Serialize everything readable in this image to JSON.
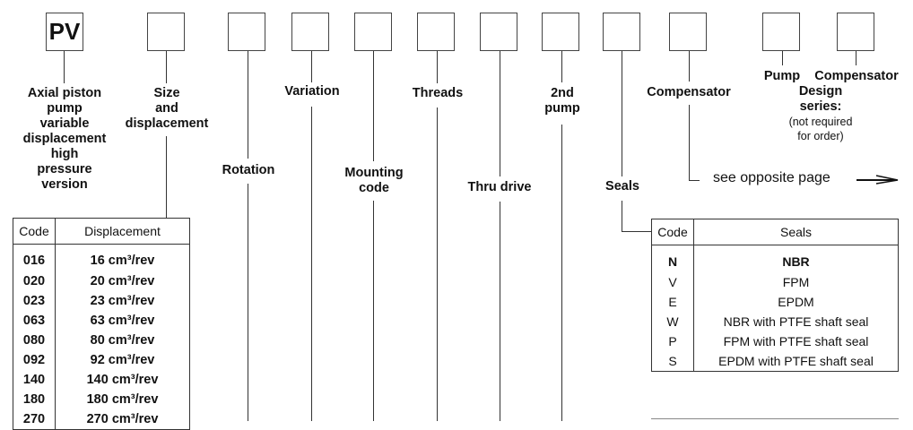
{
  "title_code": "PV",
  "fields": [
    {
      "id": "pv",
      "label": [
        "Axial piston",
        "pump",
        "variable",
        "displacement",
        "high",
        "pressure",
        "version"
      ]
    },
    {
      "id": "size",
      "label": [
        "Size",
        "and",
        "displacement"
      ]
    },
    {
      "id": "rotation",
      "label": [
        "Rotation"
      ]
    },
    {
      "id": "variation",
      "label": [
        "Variation"
      ]
    },
    {
      "id": "mounting",
      "label": [
        "Mounting",
        "code"
      ]
    },
    {
      "id": "threads",
      "label": [
        "Threads"
      ]
    },
    {
      "id": "thru-drive",
      "label": [
        "Thru drive"
      ]
    },
    {
      "id": "second-pump",
      "label": [
        "2nd",
        "pump"
      ]
    },
    {
      "id": "seals",
      "label": [
        "Seals"
      ]
    },
    {
      "id": "compensator",
      "label": [
        "Compensator"
      ]
    },
    {
      "id": "pump-design",
      "label": [
        "Pump"
      ]
    },
    {
      "id": "compensator-design",
      "label": [
        "Compensator"
      ]
    }
  ],
  "design_series": {
    "line1": "Design",
    "line2": "series:",
    "note1": "(not required",
    "note2": "for order)"
  },
  "see_opposite": "see opposite page",
  "displacement_table": {
    "headers": [
      "Code",
      "Displacement"
    ],
    "rows": [
      [
        "016",
        "16 cm³/rev"
      ],
      [
        "020",
        "20 cm³/rev"
      ],
      [
        "023",
        "23 cm³/rev"
      ],
      [
        "063",
        "63 cm³/rev"
      ],
      [
        "080",
        "80 cm³/rev"
      ],
      [
        "092",
        "92 cm³/rev"
      ],
      [
        "140",
        "140 cm³/rev"
      ],
      [
        "180",
        "180 cm³/rev"
      ],
      [
        "270",
        "270 cm³/rev"
      ]
    ]
  },
  "seals_table": {
    "headers": [
      "Code",
      "Seals"
    ],
    "rows": [
      [
        "N",
        "NBR"
      ],
      [
        "V",
        "FPM"
      ],
      [
        "E",
        "EPDM"
      ],
      [
        "W",
        "NBR with PTFE shaft seal"
      ],
      [
        "P",
        "FPM with PTFE shaft seal"
      ],
      [
        "S",
        "EPDM with PTFE shaft seal"
      ]
    ],
    "default_row": 0
  }
}
